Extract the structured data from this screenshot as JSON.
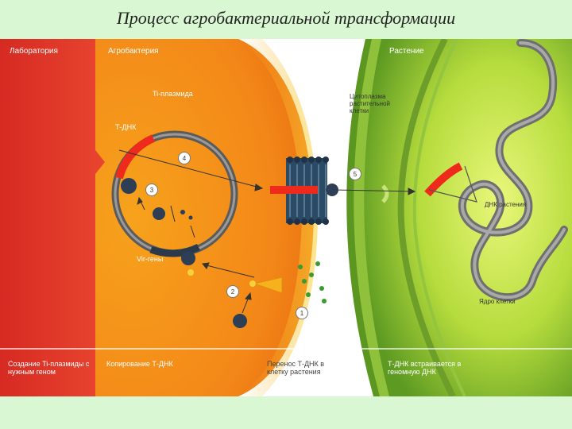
{
  "title": "Процесс агробактериальной трансформации",
  "sections": {
    "lab": "Лаборатория",
    "bacteria": "Агробактерия",
    "plant": "Растение"
  },
  "labels": {
    "ti_plasmid": "Ti-плазмида",
    "t_dna": "Т-ДНК",
    "vir_genes": "Vir-гены",
    "cytoplasm": "Цитоплазма растительной клетки",
    "plant_dna": "ДНК растения",
    "nucleus": "Ядро клетки"
  },
  "steps": [
    "1",
    "2",
    "3",
    "4",
    "5"
  ],
  "footer": {
    "lab": "Создание Ti-плазмиды с нужным геном",
    "bacteria": "Копирование Т-ДНК",
    "transfer": "Перенос Т-ДНК в клетку растения",
    "plant": "Т-ДНК встраивается в геномную ДНК"
  },
  "colors": {
    "background": "#d9f7d2",
    "lab": "#e23a2d",
    "bacteria": "#f48a18",
    "plant": "#7fb52c",
    "tdna": "#ee2a1c"
  }
}
